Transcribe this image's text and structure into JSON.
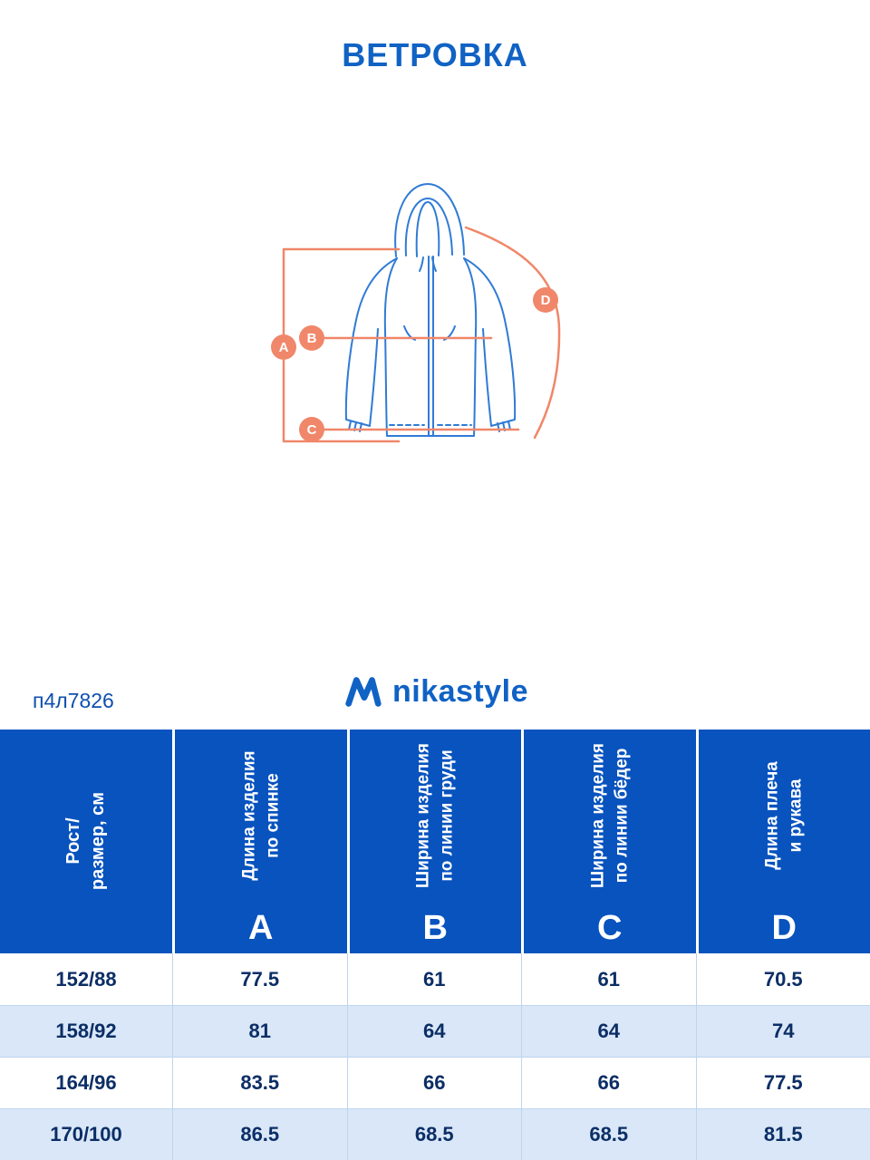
{
  "page": {
    "title": "ВЕТРОВКА",
    "product_code": "п4л7826",
    "brand": "nikastyle"
  },
  "colors": {
    "brand_blue": "#1062C4",
    "header_blue": "#0853BE",
    "row_alt_blue": "#D9E7F8",
    "text_navy": "#0C2E66",
    "accent_orange": "#F0876A"
  },
  "diagram": {
    "markers": [
      "A",
      "B",
      "C",
      "D"
    ]
  },
  "table": {
    "size_header_lines": [
      "Рост/",
      "размер, см"
    ],
    "columns": [
      {
        "letter": "A",
        "label_lines": [
          "Длина изделия",
          "по спинке"
        ]
      },
      {
        "letter": "B",
        "label_lines": [
          "Ширина изделия",
          "по линии груди"
        ]
      },
      {
        "letter": "C",
        "label_lines": [
          "Ширина изделия",
          "по линии бёдер"
        ]
      },
      {
        "letter": "D",
        "label_lines": [
          "Длина плеча",
          "и рукава"
        ]
      }
    ],
    "rows": [
      {
        "size": "152/88",
        "values": [
          "77.5",
          "61",
          "61",
          "70.5"
        ]
      },
      {
        "size": "158/92",
        "values": [
          "81",
          "64",
          "64",
          "74"
        ]
      },
      {
        "size": "164/96",
        "values": [
          "83.5",
          "66",
          "66",
          "77.5"
        ]
      },
      {
        "size": "170/100",
        "values": [
          "86.5",
          "68.5",
          "68.5",
          "81.5"
        ]
      }
    ]
  }
}
